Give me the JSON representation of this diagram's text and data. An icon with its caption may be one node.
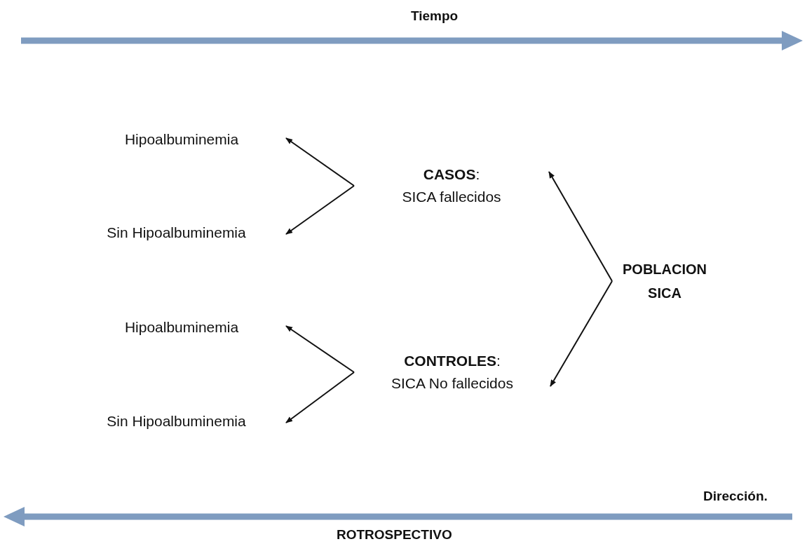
{
  "diagram": {
    "nodes": [
      {
        "text": [
          "Hipoalbuminemia"
        ]
      },
      {
        "text": [
          "**CASOS**:",
          "SICA fallecidos"
        ]
      },
      {
        "text": [
          "Sin Hipoalbuminemia"
        ]
      },
      {
        "text": [
          "POBLACION SICA"
        ]
      },
      {
        "text": [
          "Hipoalbuminemia"
        ]
      },
      {
        "text": [
          "**CONTROLES**:",
          "SICA No fallecidos"
        ]
      },
      {
        "text": [
          "Sin Hipoalbuminemia"
        ]
      }
    ],
    "edges": [
      {
        "from": 1,
        "to": 0,
        "arrow": "to"
      },
      {
        "from": 1,
        "to": 2,
        "arrow": "to"
      },
      {
        "from": 3,
        "to": 1,
        "arrow": "to"
      },
      {
        "from": 3,
        "to": 5,
        "arrow": "to"
      },
      {
        "from": 5,
        "to": 4,
        "arrow": "to"
      },
      {
        "from": 5,
        "to": 6,
        "arrow": "to"
      }
    ],
    "labels": [
      "Tiempo",
      "Dirección.",
      "ROTROSPECTIVO"
    ]
  }
}
